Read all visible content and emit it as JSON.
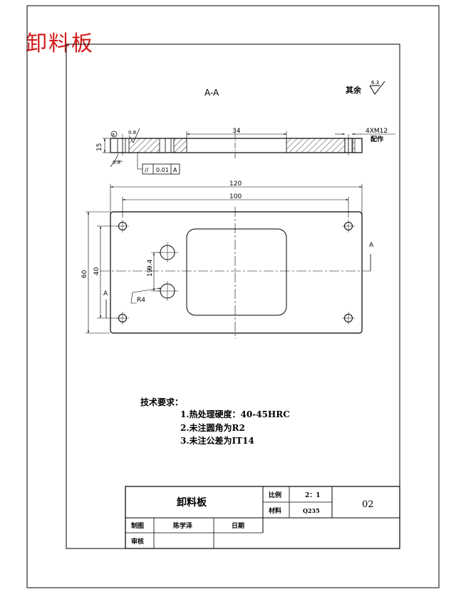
{
  "page_title": "卸料板",
  "section_view": {
    "label": "A-A",
    "roughness_note": "其余",
    "roughness_value": "6.3",
    "roughness_surface_1": "0.8",
    "roughness_surface_2": "0.8",
    "dim_thickness": "15",
    "dim_slot_width": "34",
    "thread_note_line1": "4XM12",
    "thread_note_line2": "配作",
    "datum_circle_symbol": "Ⓐ",
    "parallelism_symbol": "//",
    "parallelism_tolerance": "0.01",
    "parallelism_datum": "A"
  },
  "plan_view": {
    "dim_overall_length": "120",
    "dim_hole_spacing_x": "100",
    "dim_overall_width": "60",
    "dim_hole_spacing_y": "40",
    "dim_small_holes_a": "19",
    "dim_small_holes_b": "9.4",
    "dim_radius": "R4",
    "section_marker_left": "A",
    "section_marker_right": "A"
  },
  "technical_requirements": {
    "heading": "技术要求：",
    "items": [
      "1.热处理硬度：40-45HRC",
      "2.未注圆角为R2",
      "3.未注公差为IT14"
    ]
  },
  "title_block": {
    "part_name": "卸料板",
    "scale_label": "比例",
    "scale_value": "2：1",
    "material_label": "材料",
    "material_value": "Q235",
    "drawing_number": "02",
    "drawn_label": "制图",
    "drawn_name": "陈学泽",
    "date_label": "日期",
    "checked_label": "审核"
  }
}
